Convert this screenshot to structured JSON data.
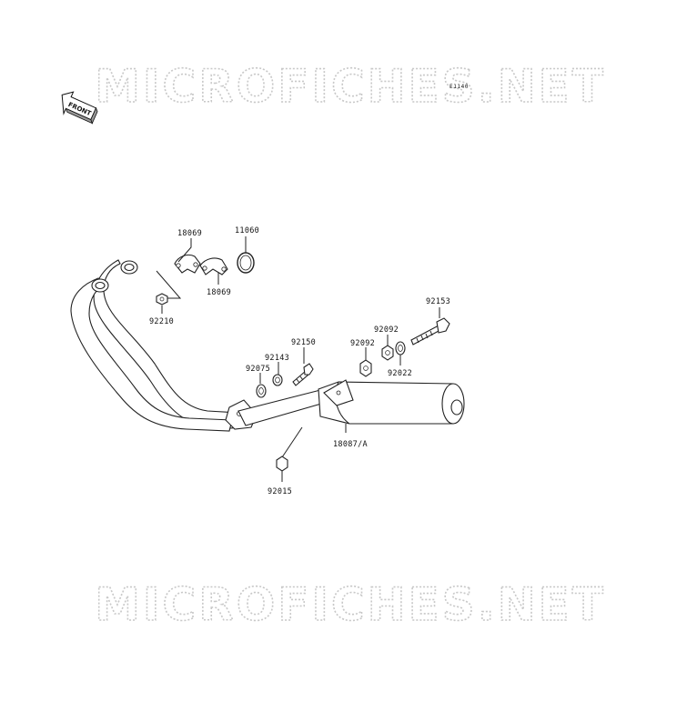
{
  "watermark": {
    "top": "MICROFICHES.NET",
    "bottom": "MICROFICHES.NET"
  },
  "diagram_code": "E1140",
  "front_label": "FRONT",
  "parts": {
    "p18069_top": "18069",
    "p11060": "11060",
    "p18069_bottom": "18069",
    "p92210": "92210",
    "p92153": "92153",
    "p92092_right": "92092",
    "p92092_left": "92092",
    "p92150": "92150",
    "p92143": "92143",
    "p92075": "92075",
    "p92022": "92022",
    "p18087A": "18087/A",
    "p92015": "92015"
  }
}
